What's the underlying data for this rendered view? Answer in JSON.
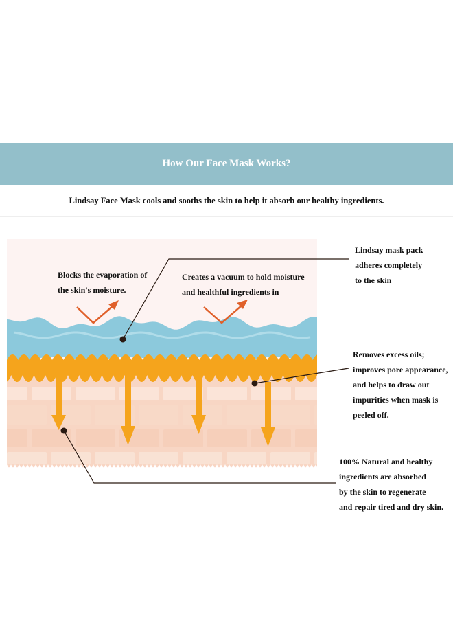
{
  "header": {
    "title": "How Our Face Mask Works?",
    "subtitle": "Lindsay Face Mask cools and sooths the skin to help it absorb our healthy ingredients."
  },
  "diagram": {
    "layers": [
      "mask",
      "oil",
      "skin"
    ],
    "colors": {
      "mask": "#8cc9dc",
      "oil": "#f5a41c",
      "skin": "#f8d6c4",
      "arrow_red": "#e0602a",
      "banner": "#93bfca",
      "leader_dot": "#2a1a12"
    },
    "annotations": {
      "left_note": "Blocks the evaporation of\nthe skin's moisture.",
      "center_note": "Creates a vacuum to hold moisture\n and healthful ingredients in",
      "note_1": "Lindsay mask pack\nadheres completely\nto the skin",
      "note_2": "Removes excess oils;\nimproves pore appearance,\nand helps to draw out\nimpurities when mask is\npeeled off.",
      "note_3": "100% Natural and healthy\ningredients are absorbed\nby the skin to regenerate\nand repair tired and dry skin."
    }
  }
}
